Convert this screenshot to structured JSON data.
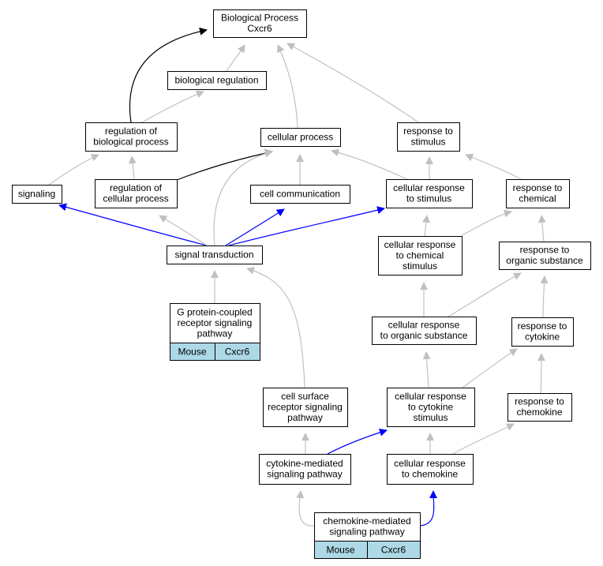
{
  "colors": {
    "is_a": "#c0c0c0",
    "part_of": "#000000",
    "regulates": "#0000ff",
    "label_fill": "#add8e6"
  },
  "nodes": {
    "bp": [
      "Biological Process",
      "Cxcr6"
    ],
    "biological_regulation": [
      "biological regulation"
    ],
    "regulation_bp": [
      "regulation of",
      "biological process"
    ],
    "cellular_process": [
      "cellular process"
    ],
    "response_stimulus": [
      "response to",
      "stimulus"
    ],
    "signaling": [
      "signaling"
    ],
    "regulation_cp": [
      "regulation of",
      "cellular process"
    ],
    "cell_communication": [
      "cell communication"
    ],
    "cellular_response_stimulus": [
      "cellular response",
      "to stimulus"
    ],
    "response_chemical": [
      "response to",
      "chemical"
    ],
    "signal_transduction": [
      "signal transduction"
    ],
    "cellular_response_chemical": [
      "cellular response",
      "to chemical",
      "stimulus"
    ],
    "response_organic": [
      "response to",
      "organic substance"
    ],
    "gpcr": [
      "G protein-coupled",
      "receptor signaling",
      "pathway"
    ],
    "cellular_response_organic": [
      "cellular response",
      "to organic substance"
    ],
    "response_cytokine": [
      "response to",
      "cytokine"
    ],
    "cell_surface": [
      "cell surface",
      "receptor signaling",
      "pathway"
    ],
    "cellular_response_cytokine": [
      "cellular response",
      "to cytokine",
      "stimulus"
    ],
    "response_chemokine": [
      "response to",
      "chemokine"
    ],
    "cytokine_mediated": [
      "cytokine-mediated",
      "signaling pathway"
    ],
    "cellular_response_chemokine": [
      "cellular response",
      "to chemokine"
    ],
    "chemokine_mediated": [
      "chemokine-mediated",
      "signaling pathway"
    ]
  },
  "annotations": {
    "gpcr": {
      "organism": "Mouse",
      "gene": "Cxcr6"
    },
    "chemokine_mediated": {
      "organism": "Mouse",
      "gene": "Cxcr6"
    }
  },
  "edges": [
    {
      "from": "biological_regulation",
      "to": "bp",
      "type": "is_a"
    },
    {
      "from": "regulation_bp",
      "to": "bp",
      "type": "part_of"
    },
    {
      "from": "cellular_process",
      "to": "bp",
      "type": "is_a"
    },
    {
      "from": "response_stimulus",
      "to": "bp",
      "type": "is_a"
    },
    {
      "from": "regulation_bp",
      "to": "biological_regulation",
      "type": "is_a"
    },
    {
      "from": "signaling",
      "to": "regulation_bp",
      "type": "is_a"
    },
    {
      "from": "regulation_cp",
      "to": "regulation_bp",
      "type": "is_a"
    },
    {
      "from": "regulation_cp",
      "to": "cellular_process",
      "type": "part_of"
    },
    {
      "from": "cell_communication",
      "to": "cellular_process",
      "type": "is_a"
    },
    {
      "from": "cellular_response_stimulus",
      "to": "cellular_process",
      "type": "is_a"
    },
    {
      "from": "cellular_response_stimulus",
      "to": "response_stimulus",
      "type": "is_a"
    },
    {
      "from": "response_chemical",
      "to": "response_stimulus",
      "type": "is_a"
    },
    {
      "from": "signal_transduction",
      "to": "cellular_process",
      "type": "is_a"
    },
    {
      "from": "signal_transduction",
      "to": "signaling",
      "type": "regulates"
    },
    {
      "from": "signal_transduction",
      "to": "regulation_cp",
      "type": "is_a"
    },
    {
      "from": "signal_transduction",
      "to": "cell_communication",
      "type": "regulates"
    },
    {
      "from": "signal_transduction",
      "to": "cellular_response_stimulus",
      "type": "regulates"
    },
    {
      "from": "cellular_response_chemical",
      "to": "cellular_response_stimulus",
      "type": "is_a"
    },
    {
      "from": "cellular_response_chemical",
      "to": "response_chemical",
      "type": "is_a"
    },
    {
      "from": "response_organic",
      "to": "response_chemical",
      "type": "is_a"
    },
    {
      "from": "gpcr",
      "to": "signal_transduction",
      "type": "is_a"
    },
    {
      "from": "cell_surface",
      "to": "signal_transduction",
      "type": "is_a"
    },
    {
      "from": "cellular_response_organic",
      "to": "cellular_response_chemical",
      "type": "is_a"
    },
    {
      "from": "cellular_response_organic",
      "to": "response_organic",
      "type": "is_a"
    },
    {
      "from": "response_cytokine",
      "to": "response_organic",
      "type": "is_a"
    },
    {
      "from": "cellular_response_cytokine",
      "to": "cellular_response_organic",
      "type": "is_a"
    },
    {
      "from": "cellular_response_cytokine",
      "to": "response_cytokine",
      "type": "is_a"
    },
    {
      "from": "response_chemokine",
      "to": "response_cytokine",
      "type": "is_a"
    },
    {
      "from": "cytokine_mediated",
      "to": "cell_surface",
      "type": "is_a"
    },
    {
      "from": "cytokine_mediated",
      "to": "cellular_response_cytokine",
      "type": "regulates"
    },
    {
      "from": "cellular_response_chemokine",
      "to": "cellular_response_cytokine",
      "type": "is_a"
    },
    {
      "from": "cellular_response_chemokine",
      "to": "response_chemokine",
      "type": "is_a"
    },
    {
      "from": "chemokine_mediated",
      "to": "cytokine_mediated",
      "type": "is_a"
    },
    {
      "from": "chemokine_mediated",
      "to": "cellular_response_chemokine",
      "type": "regulates"
    }
  ]
}
